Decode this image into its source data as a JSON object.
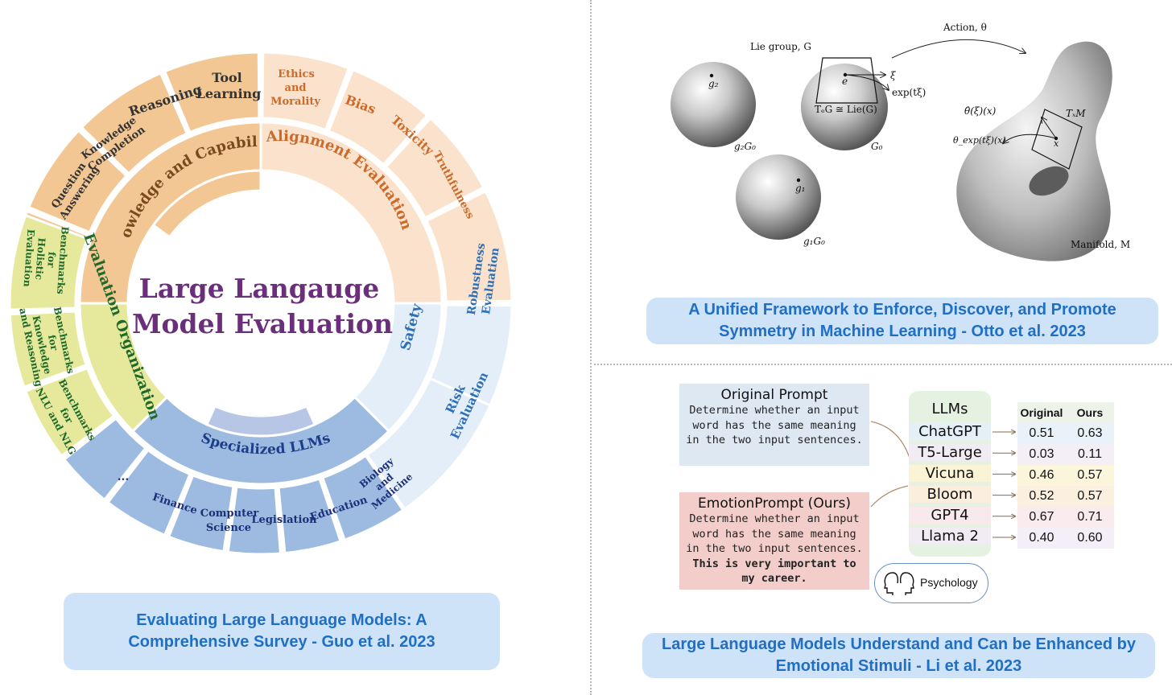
{
  "left_panel": {
    "center_title": [
      "Large Langauge",
      "Model Evaluation"
    ],
    "caption": "Evaluating Large Language Models: A\nComprehensive Survey - Guo et al. 2023",
    "inner_ring": {
      "knowledge": "Knowledge and Capability",
      "alignment": "Alignment Evaluation",
      "safety": "Safety",
      "specialized": "Specialized LLMs",
      "evaluation_org": "Evaluation Organization"
    },
    "outer_ring": {
      "knowledge": [
        "Question Answering",
        "Knowledge Completion",
        "Reasoning",
        "Tool Learning"
      ],
      "alignment": [
        "Ethics and Morality",
        "Bias",
        "Toxicity",
        "Truthfulness"
      ],
      "safety": [
        "Robustness Evaluation",
        "Risk Evaluation"
      ],
      "specialized": [
        "Biology and Medicine",
        "Education",
        "Legislation",
        "Computer Science",
        "Finance",
        "..."
      ],
      "evaluation_org": [
        "Benchmarks for NLU and NLG",
        "Benchmarks for Knowledge and Reasoning",
        "Benchmarks for Holistic Evaluation"
      ]
    },
    "colors": {
      "knowledge": "#f2c794",
      "alignment": "#fbe2cc",
      "safety": "#e3eef9",
      "specialized": "#9dbbe0",
      "evaluation_org": "#e6e99c"
    }
  },
  "top_right": {
    "labels": {
      "lie_group": "Lie group, G",
      "action": "Action, θ",
      "g2": "g₂",
      "g2G0": "g₂G₀",
      "e": "e",
      "xi": "ξ",
      "exp": "exp(tξ)",
      "tangent": "TₑG ≅ Lie(G)",
      "G0": "G₀",
      "g1": "g₁",
      "g1G0": "g₁G₀",
      "theta_hat": "θ̂(ξ)(x)",
      "theta_exp": "θ_exp(tξ)(x)",
      "tx_m": "TₓM",
      "x": "x",
      "manifold": "Manifold, M"
    },
    "caption": "A Unified Framework to Enforce, Discover, and Promote\nSymmetry in Machine Learning - Otto et al. 2023"
  },
  "bottom_right": {
    "original_prompt": {
      "title": "Original Prompt",
      "text": "Determine whether an input word has the same meaning in the two input sentences."
    },
    "emotion_prompt": {
      "title": "EmotionPrompt (Ours)",
      "text": "Determine whether an input word has the same meaning in the two input sentences.",
      "bold_text": "This is very important to my career."
    },
    "llms_header": "LLMs",
    "llms": [
      "ChatGPT",
      "T5-Large",
      "Vicuna",
      "Bloom",
      "GPT4",
      "Llama 2"
    ],
    "table": {
      "headers": [
        "Original",
        "Ours"
      ],
      "rows": [
        [
          "0.51",
          "0.63"
        ],
        [
          "0.03",
          "0.11"
        ],
        [
          "0.46",
          "0.57"
        ],
        [
          "0.52",
          "0.57"
        ],
        [
          "0.67",
          "0.71"
        ],
        [
          "0.40",
          "0.60"
        ]
      ],
      "row_colors": [
        "#e8f2f8",
        "#f4eef6",
        "#fbf5dc",
        "#fbefe0",
        "#f9ebee",
        "#f4eef8"
      ]
    },
    "psychology": "Psychology",
    "caption": "Large Language Models Understand and Can be Enhanced by\nEmotional Stimuli - Li et al. 2023"
  }
}
